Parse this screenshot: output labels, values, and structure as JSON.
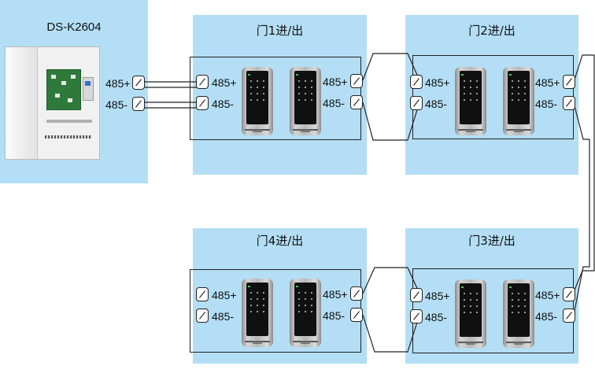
{
  "controller": {
    "title": "DS-K2604",
    "plus_label": "485+",
    "minus_label": "485-"
  },
  "doors": [
    {
      "title": "门1进/出",
      "in_plus": "485+",
      "in_minus": "485-",
      "out_plus": "485+",
      "out_minus": "485-"
    },
    {
      "title": "门2进/出",
      "in_plus": "485+",
      "in_minus": "485-",
      "out_plus": "485+",
      "out_minus": "485-"
    },
    {
      "title": "门3进/出",
      "in_plus": "485+",
      "in_minus": "485-",
      "out_plus": "485+",
      "out_minus": "485-"
    },
    {
      "title": "门4进/出",
      "in_plus": "485+",
      "in_minus": "485-",
      "out_plus": "485+",
      "out_minus": "485-"
    }
  ],
  "colors": {
    "panel": "#b3def5",
    "wire": "#222222",
    "reader_face": "#101010"
  }
}
